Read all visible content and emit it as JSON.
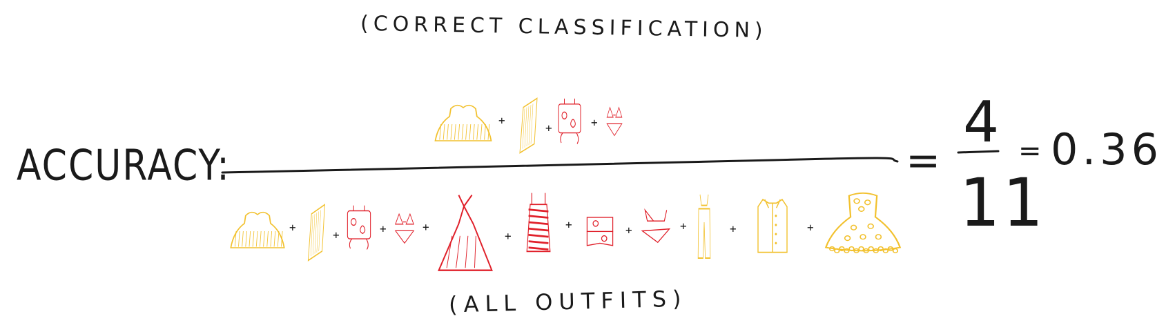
{
  "captions": {
    "top": "(CORRECT CLASSIFICATION)",
    "bottom": "(ALL OUTFITS)"
  },
  "equation": {
    "label": "ACCURACY:",
    "equals": "=",
    "numerator": "4",
    "denominator": "11",
    "equals2": "=",
    "result": "0.36"
  },
  "plus_sign": "+",
  "colors": {
    "correct": "#f2c12e",
    "incorrect": "#e0202a",
    "ink": "#1a1a1a"
  },
  "numerator_items": [
    {
      "icon": "strapless-dress-icon",
      "color": "correct"
    },
    {
      "icon": "scarf-icon",
      "color": "correct"
    },
    {
      "icon": "robot-pajama-icon",
      "color": "incorrect"
    },
    {
      "icon": "bikini-icon",
      "color": "incorrect"
    }
  ],
  "denominator_items": [
    {
      "icon": "strapless-dress-icon",
      "color": "correct"
    },
    {
      "icon": "scarf-icon",
      "color": "correct"
    },
    {
      "icon": "robot-pajama-icon",
      "color": "incorrect"
    },
    {
      "icon": "bikini-icon",
      "color": "incorrect"
    },
    {
      "icon": "long-dress-icon",
      "color": "incorrect"
    },
    {
      "icon": "striped-dress-icon",
      "color": "incorrect"
    },
    {
      "icon": "printed-shirt-icon",
      "color": "incorrect"
    },
    {
      "icon": "string-bikini-icon",
      "color": "incorrect"
    },
    {
      "icon": "overalls-icon",
      "color": "correct"
    },
    {
      "icon": "coat-icon",
      "color": "correct"
    },
    {
      "icon": "polka-dot-dress-icon",
      "color": "correct"
    }
  ]
}
